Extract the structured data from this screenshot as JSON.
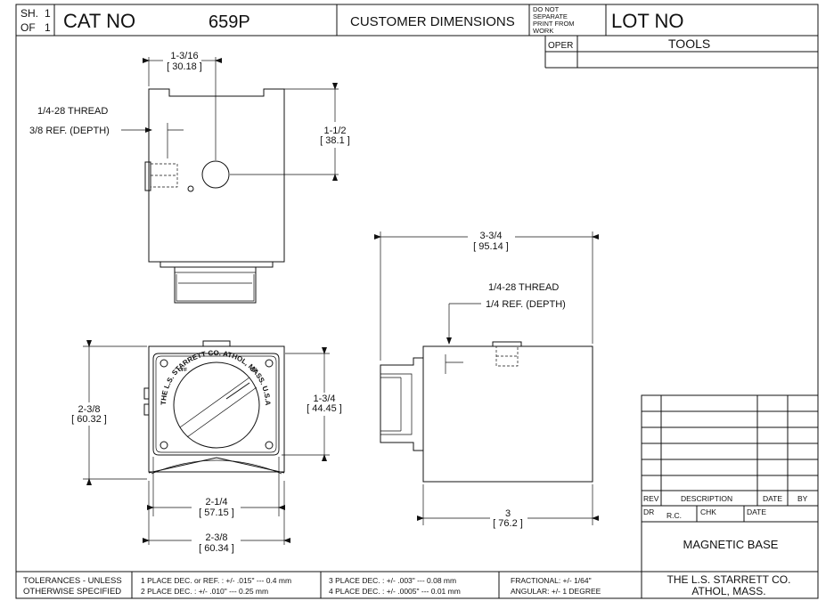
{
  "title_block": {
    "sheet_label": "SH.",
    "sheet_value": "1",
    "of_label": "OF",
    "of_value": "1",
    "cat_no_label": "CAT NO",
    "cat_no_value": "659P",
    "customer_dimensions": "CUSTOMER DIMENSIONS",
    "do_not_separate": [
      "DO NOT",
      "SEPARATE",
      "PRINT FROM",
      "WORK"
    ],
    "lot_no_label": "LOT NO",
    "oper_label": "OPER",
    "tools_label": "TOOLS"
  },
  "dimensions": {
    "top_width": {
      "frac": "1-3/16",
      "mm": "[ 30.18 ]"
    },
    "thread_1": {
      "line1": "1/4-28 THREAD",
      "line2": "3/8  REF. (DEPTH)"
    },
    "height_1": {
      "frac": "1-1/2",
      "mm": "[ 38.1 ]"
    },
    "side_width": {
      "frac": "3-3/4",
      "mm": "[ 95.14 ]"
    },
    "thread_2": {
      "line1": "1/4-28 THREAD",
      "line2": "1/4  REF. (DEPTH)"
    },
    "front_height": {
      "frac": "2-3/8",
      "mm": "[ 60.32 ]"
    },
    "face_height": {
      "frac": "1-3/4",
      "mm": "[ 44.45 ]"
    },
    "front_width_inner": {
      "frac": "2-1/4",
      "mm": "[ 57.15 ]"
    },
    "front_width_outer": {
      "frac": "2-3/8",
      "mm": "[ 60.34 ]"
    },
    "side_depth": {
      "frac": "3",
      "mm": "[ 76.2 ]"
    }
  },
  "front_face": {
    "ring_text": "THE L.S. STARRETT CO.   ATHOL, MASS. U.S.A.",
    "off_label": "OFF",
    "on_label": "ON"
  },
  "revision_block": {
    "rev_label": "REV",
    "description_label": "DESCRIPTION",
    "date_label": "DATE",
    "by_label": "BY",
    "dr_label": "DR",
    "dr_value": "R.C.",
    "chk_label": "CHK",
    "date2_label": "DATE",
    "part_name": "MAGNETIC BASE",
    "company_line1": "THE L.S. STARRETT CO.",
    "company_line2": "ATHOL, MASS."
  },
  "tolerances": {
    "heading_line1": "TOLERANCES - UNLESS",
    "heading_line2": "OTHERWISE SPECIFIED",
    "one_place": "1 PLACE DEC. or REF. :  +/- .015\" --- 0.4 mm",
    "two_place": "2 PLACE DEC. :  +/- .010\" --- 0.25 mm",
    "three_place": "3 PLACE DEC. :  +/- .003\" --- 0.08 mm",
    "four_place": "4 PLACE DEC. :  +/- .0005\" --- 0.01 mm",
    "fractional": "FRACTIONAL: +/- 1/64\"",
    "angular": "ANGULAR:  +/- 1 DEGREE"
  }
}
